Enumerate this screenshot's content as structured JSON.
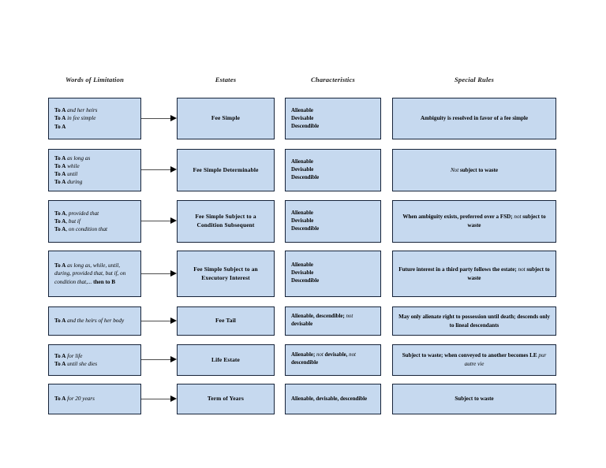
{
  "headers": [
    {
      "label": "Words of Limitation"
    },
    {
      "label": "Estates"
    },
    {
      "label": "Characteristics"
    },
    {
      "label": "Special Rules"
    }
  ],
  "colors": {
    "box_fill": "#c6d9ef",
    "box_border": "#17243a",
    "arrow_shaft": "#4d4d4d",
    "arrow_head": "#000000",
    "page_background": "#ffffff",
    "text": "#000000"
  },
  "rows": [
    {
      "words_html": "<b>To A</b> <i>and her heirs</i><br><b>To A</b> <i>in fee simple</i><br><b>To A</b>",
      "words_text": "To A and her heirs / To A in fee simple / To A",
      "estate": "Fee Simple",
      "characteristics_html": "Alienable<br>Devisable<br>Descendible",
      "characteristics_text": "Alienable, Devisable, Descendible",
      "special_rules_html": "Ambiguity is resolved in favor of a fee simple",
      "special_rules_text": "Ambiguity is resolved in favor of a fee simple"
    },
    {
      "words_html": "<b>To A</b> <i>as long as</i><br><b>To A</b> <i>while</i><br><b>To A</b> <i>until</i><br><b>To A</b> <i>during</i>",
      "words_text": "To A as long as / To A while / To A until / To A during",
      "estate": "Fee Simple Determinable",
      "characteristics_html": "Alienable<br>Devisable<br>Descendible",
      "characteristics_text": "Alienable, Devisable, Descendible",
      "special_rules_html": "<span class=\"em-not\">Not</span> subject to waste",
      "special_rules_text": "Not subject to waste"
    },
    {
      "words_html": "<b>To A</b>, <i>provided that</i><br><b>To A</b>, <i>but if</i><br><b>To A</b>, <i>on condition that</i>",
      "words_text": "To A, provided that / To A, but if / To A, on condition that",
      "estate": "Fee Simple Subject to a Condition Subsequent",
      "characteristics_html": "Alienable<br>Devisable<br>Descendible",
      "characteristics_text": "Alienable, Devisable, Descendible",
      "special_rules_html": "When ambiguity exists, preferred over a FSD; <span class=\"em-not\">not</span> subject to waste",
      "special_rules_text": "When ambiguity exists, preferred over a FSD; not subject to waste"
    },
    {
      "words_html": "<b>To A</b> <i>as long as, while, until, during, provided that, but if, on condition that,...</i> <b>then to B</b>",
      "words_text": "To A as long as, while, until, during, provided that, but if, on condition that,... then to B",
      "estate": "Fee Simple Subject to an Executory Interest",
      "characteristics_html": "Alienable<br>Devisable<br>Descendible",
      "characteristics_text": "Alienable, Devisable, Descendible",
      "special_rules_html": "Future interest in a third party follows the estate; <span class=\"em-not\">not</span> subject to waste",
      "special_rules_text": "Future interest in a third party follows the estate; not subject to waste"
    },
    {
      "words_html": "<b>To A</b> <i>and the heirs of her body</i>",
      "words_text": "To A and the heirs of her body",
      "estate": "Fee Tail",
      "characteristics_html": "Alienable, descendible; <span class=\"em-not\">not</span> devisable",
      "characteristics_text": "Alienable, descendible; not devisable",
      "special_rules_html": "May only alienate right to possession until death; descends only to lineal descendants",
      "special_rules_text": "May only alienate right to possession until death; descends only to lineal descendants"
    },
    {
      "words_html": "<b>To A</b> <i>for life</i><br><b>To A</b> <i>until she dies</i>",
      "words_text": "To A for life / To A until she dies",
      "estate": "Life Estate",
      "characteristics_html": "Alienable; <span class=\"em-not\">not</span> devisable, <span class=\"em-not\">not</span> descendible",
      "characteristics_text": "Alienable; not devisable, not descendible",
      "special_rules_html": "Subject to waste; when conveyed to another becomes LE <span class=\"em-lat\">pur autre vie</span>",
      "special_rules_text": "Subject to waste; when conveyed to another becomes LE pur autre vie"
    },
    {
      "words_html": "<b>To A</b> <i>for 20 years</i>",
      "words_text": "To A for 20 years",
      "estate": "Term of Years",
      "characteristics_html": "Alienable, devisable, descendible",
      "characteristics_text": "Alienable, devisable, descendible",
      "special_rules_html": "Subject to waste",
      "special_rules_text": "Subject to waste"
    }
  ]
}
